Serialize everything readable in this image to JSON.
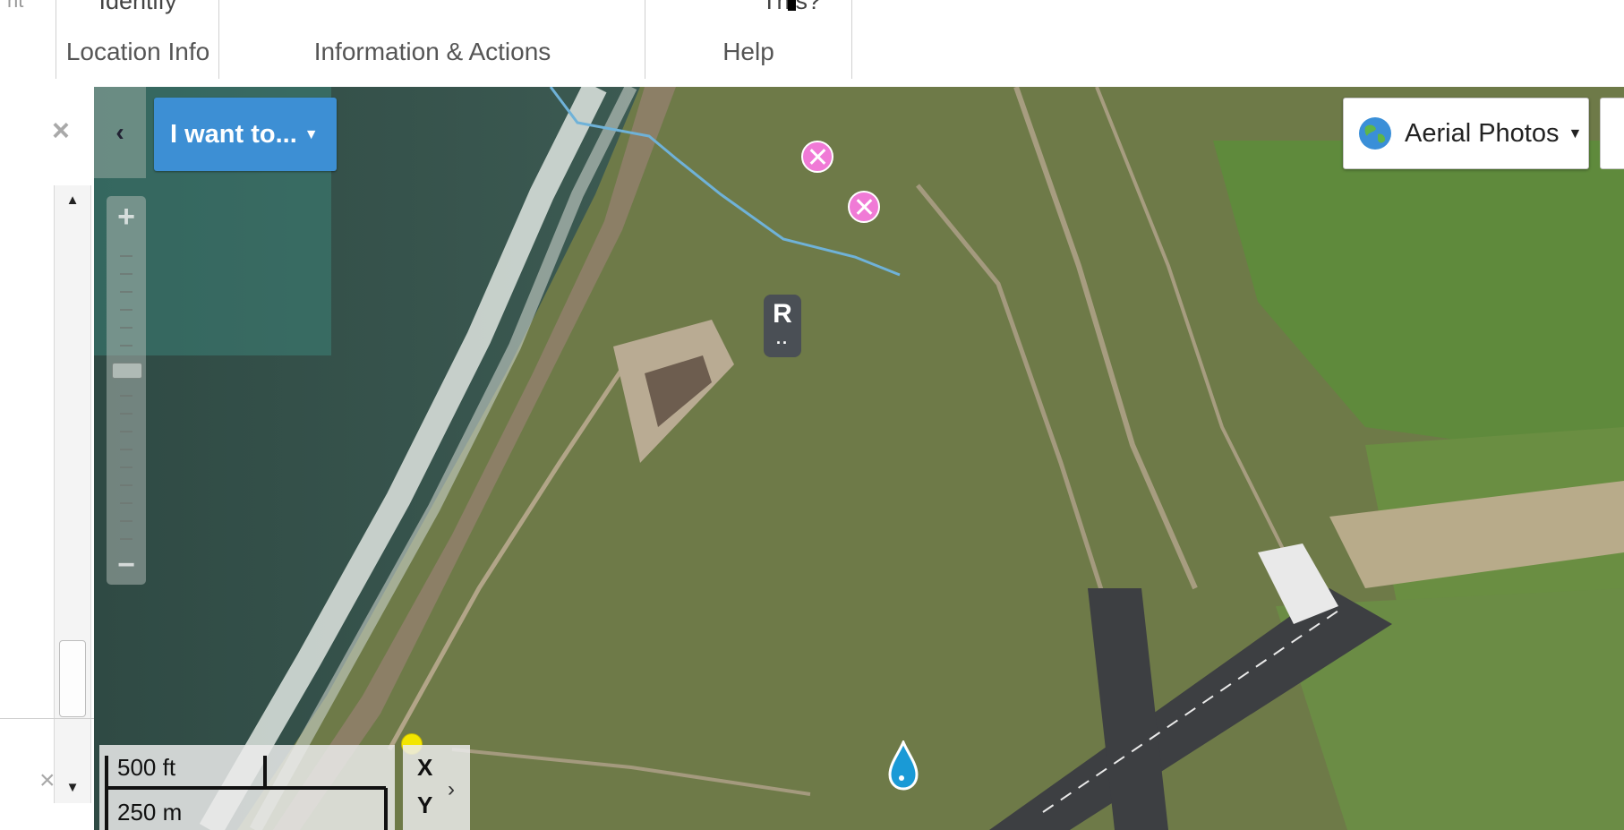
{
  "ribbon": {
    "groups": [
      {
        "label": "Location Info",
        "cut_label": "Identify"
      },
      {
        "label": "Information & Actions",
        "cut_label": ""
      },
      {
        "label": "Help",
        "cut_label": "This?"
      }
    ]
  },
  "left_panel": {
    "close_top": "×",
    "close_bottom": "×",
    "scroll_up": "▲",
    "scroll_down": "▼"
  },
  "map": {
    "collapse_button": "‹",
    "want_to_button": "I want to...",
    "want_to_caret": "▼",
    "zoom_in": "+",
    "zoom_out": "−",
    "basemap_button": "Aerial Photos",
    "basemap_caret": "▼",
    "basemap_icon": "globe-icon",
    "scalebar": {
      "imperial": "500 ft",
      "metric": "250 m"
    },
    "xy": {
      "x": "X",
      "y": "Y",
      "chevron": "›"
    },
    "marker_r": "R",
    "marker_r_dots": "..",
    "colors": {
      "accent_blue": "#3d8fd4",
      "pin_pink": "#f07ad6",
      "water_line": "#6fb2d8",
      "drop_blue": "#1a9ad6"
    }
  }
}
